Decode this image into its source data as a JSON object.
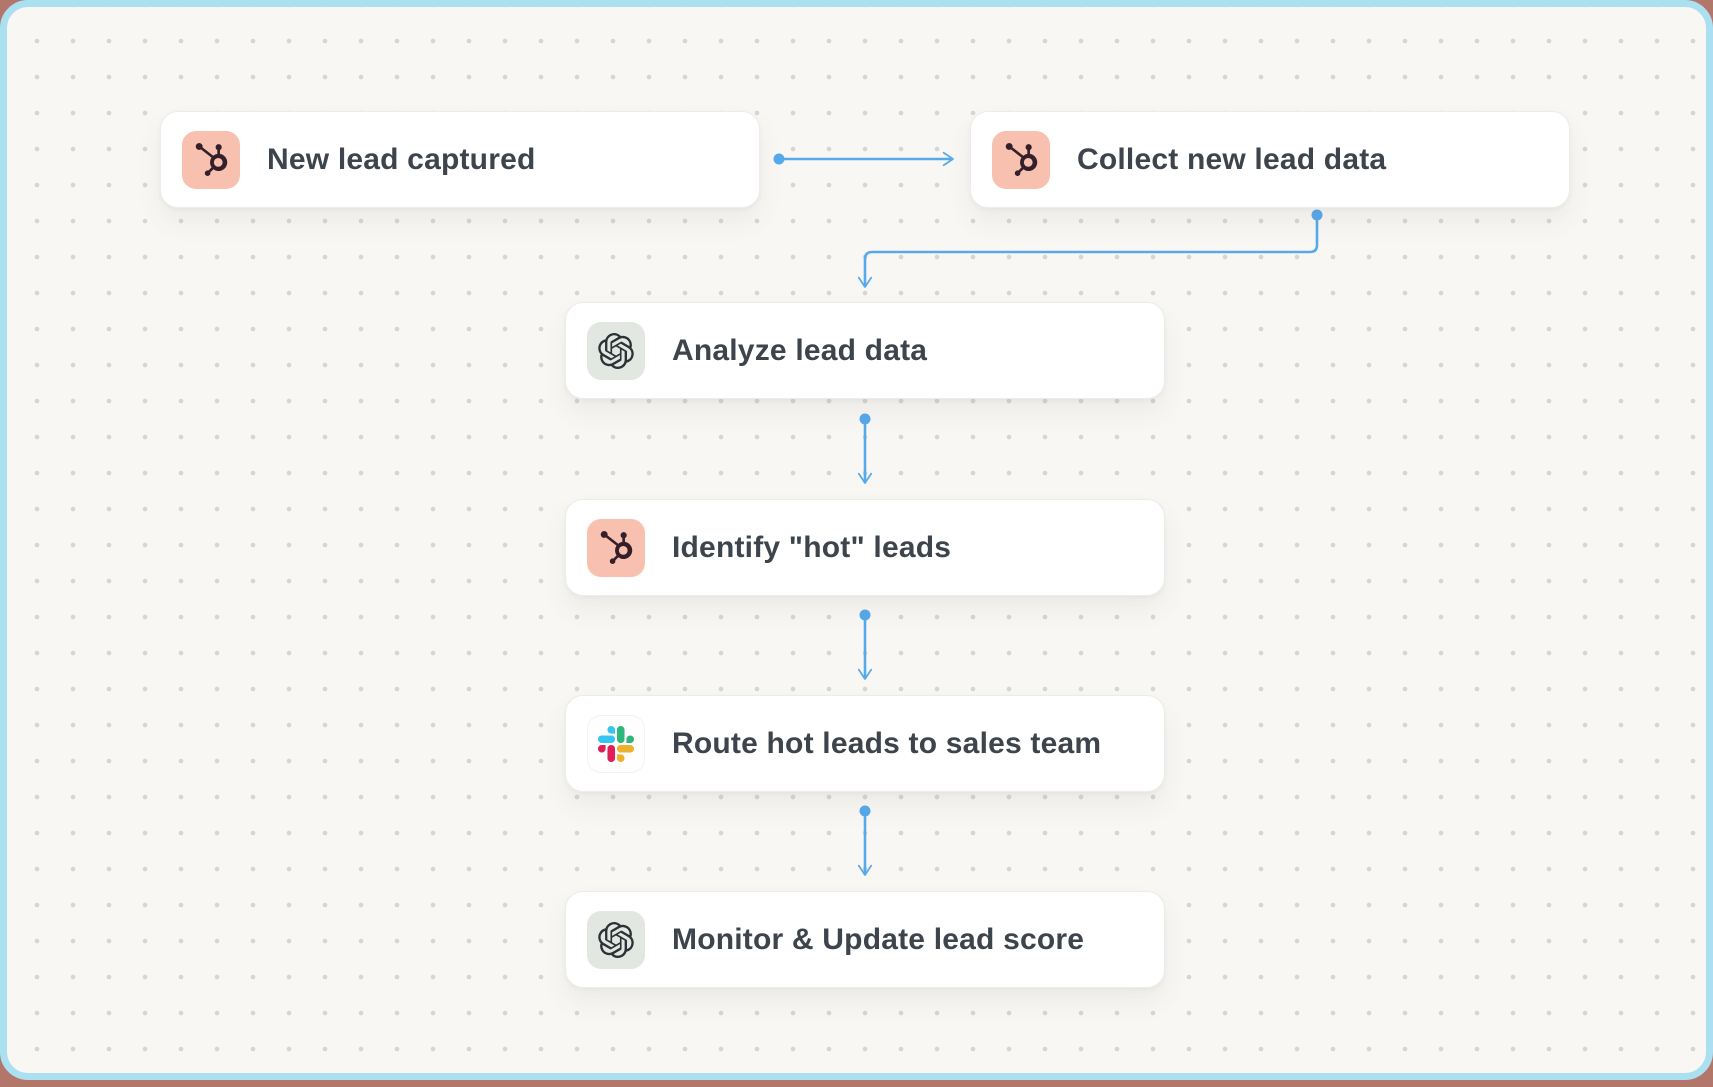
{
  "canvas": {
    "background_color": "#f8f7f4",
    "dot_grid_color": "#d9d6d1",
    "frame_border_color": "#abe0f0",
    "outer_background_color": "#b2766b",
    "connector_color": "#57a9ea"
  },
  "nodes": [
    {
      "label": "New lead captured",
      "icon": "hubspot-icon",
      "icon_bg": "#f8c0ae"
    },
    {
      "label": "Collect new lead data",
      "icon": "hubspot-icon",
      "icon_bg": "#f8c0ae"
    },
    {
      "label": "Analyze lead data",
      "icon": "openai-icon",
      "icon_bg": "#e3e7e2"
    },
    {
      "label": "Identify \"hot\" leads",
      "icon": "hubspot-icon",
      "icon_bg": "#f8c0ae"
    },
    {
      "label": "Route hot leads to sales team",
      "icon": "slack-icon",
      "icon_bg": "#ffffff"
    },
    {
      "label": "Monitor & Update lead score",
      "icon": "openai-icon",
      "icon_bg": "#e3e7e2"
    }
  ]
}
